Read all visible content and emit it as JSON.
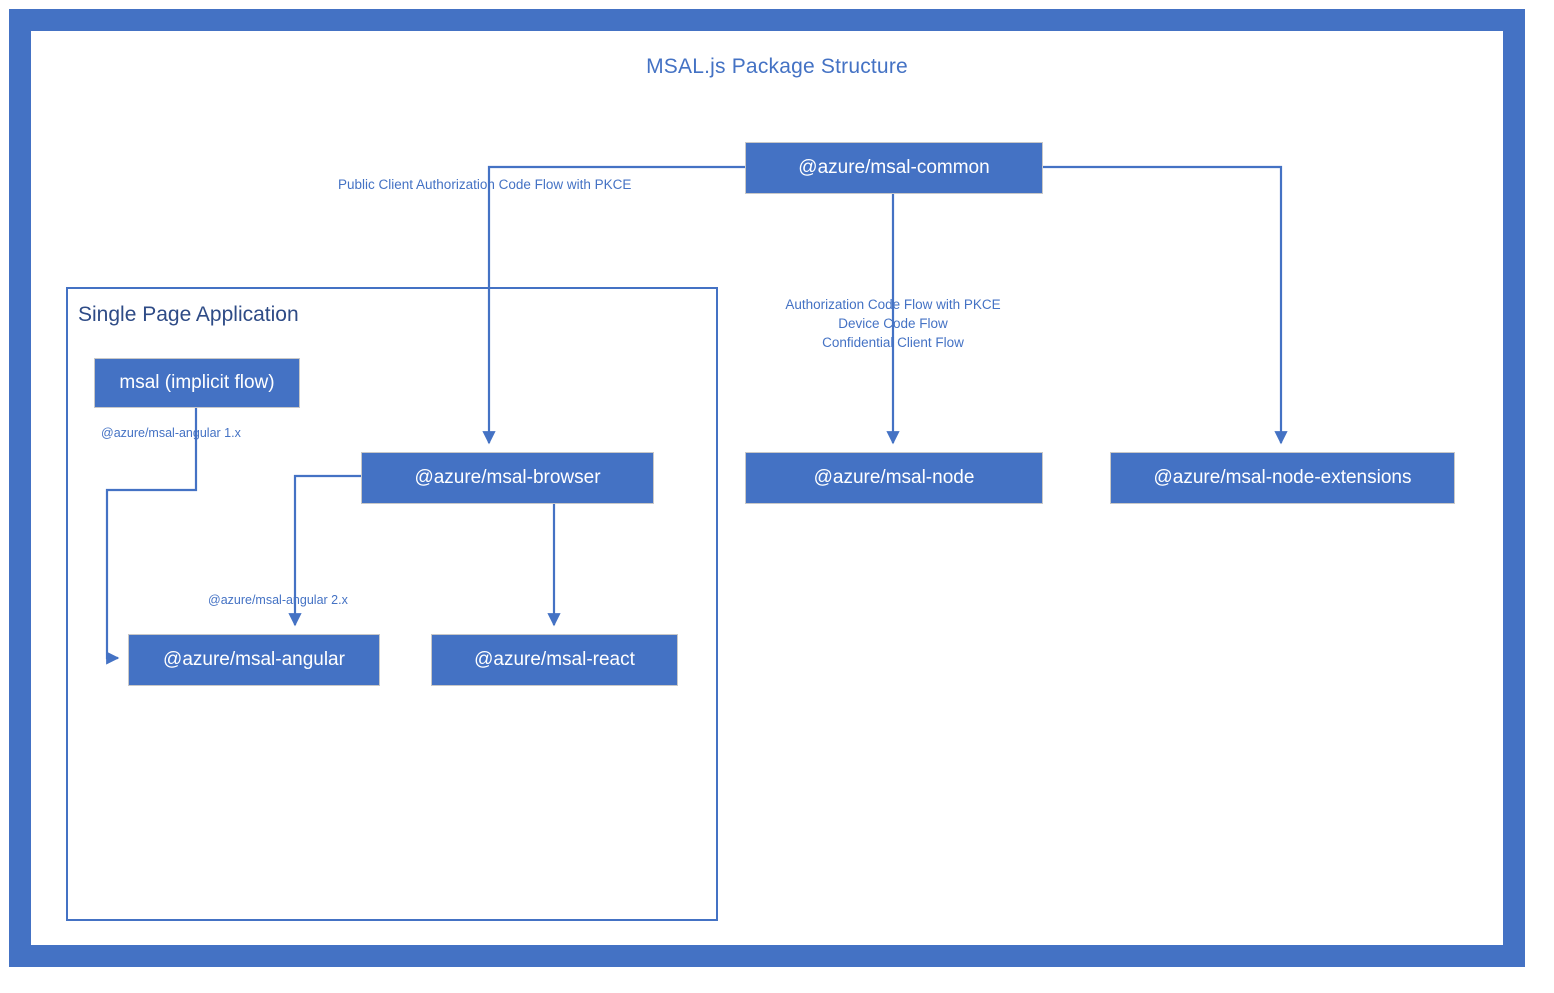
{
  "diagram": {
    "title": "MSAL.js Package Structure",
    "frame_color": "#4472C4",
    "node_fill": "#4472C4",
    "node_text_color": "#FFFFFF",
    "label_color": "#4472C4",
    "group_title_color": "#2E4B86",
    "connector_color": "#4472C4"
  },
  "groups": {
    "spa": {
      "title": "Single Page Application"
    }
  },
  "nodes": {
    "msal_common": {
      "label": "@azure/msal-common"
    },
    "msal_browser": {
      "label": "@azure/msal-browser"
    },
    "msal_node": {
      "label": "@azure/msal-node"
    },
    "msal_node_extensions": {
      "label": "@azure/msal-node-extensions"
    },
    "msal_implicit": {
      "label": "msal (implicit flow)"
    },
    "msal_angular": {
      "label": "@azure/msal-angular"
    },
    "msal_react": {
      "label": "@azure/msal-react"
    }
  },
  "edge_labels": {
    "common_to_browser": "Public Client Authorization Code Flow with PKCE",
    "common_to_node_line1": "Authorization Code Flow with PKCE",
    "common_to_node_line2": "Device Code Flow",
    "common_to_node_line3": "Confidential Client Flow",
    "implicit_to_angular": "@azure/msal-angular 1.x",
    "browser_to_angular": "@azure/msal-angular 2.x"
  }
}
